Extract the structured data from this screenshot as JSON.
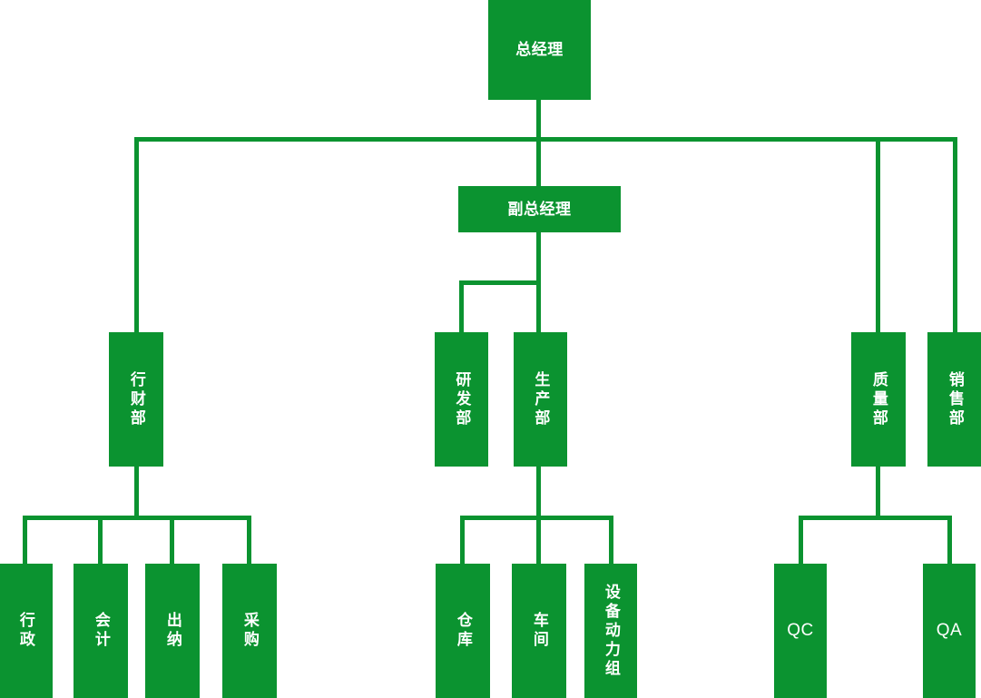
{
  "chart": {
    "type": "org-chart",
    "title": "",
    "accent_color": "#0b9330",
    "text_color": "#ffffff",
    "background_color": "#ffffff",
    "nodes": {
      "general_manager": "总经理",
      "deputy_general_manager": "副总经理",
      "admin_finance_dept": "行财部",
      "rd_dept": "研发部",
      "production_dept": "生产部",
      "quality_dept": "质量部",
      "sales_dept": "销售部",
      "administration": "行政",
      "accounting": "会计",
      "cashier": "出纳",
      "purchasing": "采购",
      "warehouse": "仓库",
      "workshop": "车间",
      "equipment_power_group": "设备动力组",
      "qc": "QC",
      "qa": "QA"
    },
    "hierarchy": {
      "root": "总经理",
      "level2": [
        "副总经理",
        "行财部",
        "质量部",
        "销售部"
      ],
      "under_deputy": [
        "研发部",
        "生产部"
      ],
      "under_admin_finance": [
        "行政",
        "会计",
        "出纳",
        "采购"
      ],
      "under_production": [
        "仓库",
        "车间",
        "设备动力组"
      ],
      "under_quality": [
        "QC",
        "QA"
      ]
    }
  }
}
